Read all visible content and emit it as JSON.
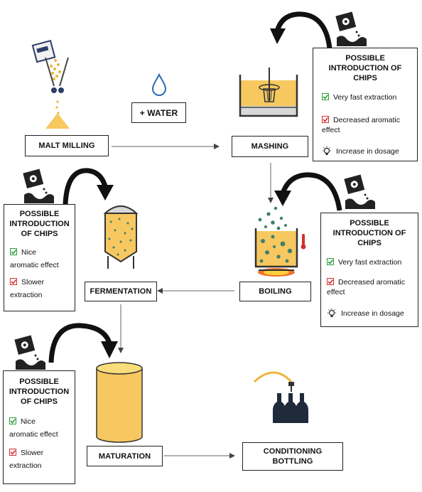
{
  "steps": {
    "water": "+ WATER",
    "malt_milling": "MALT MILLING",
    "mashing": "MASHING",
    "boiling": "BOILING",
    "fermentation": "FERMENTATION",
    "maturation": "MATURATION",
    "conditioning_line1": "CONDITIONING",
    "conditioning_line2": "BOTTLING"
  },
  "chip_boxes": {
    "mashing": {
      "title": [
        "POSSIBLE",
        "INTRODUCTION OF",
        "CHIPS"
      ],
      "items": [
        {
          "kind": "positive",
          "icon": "check-icon",
          "lines": [
            "Very fast extraction"
          ]
        },
        {
          "kind": "negative",
          "icon": "check-icon",
          "lines": [
            "Decreased aromatic",
            "effect"
          ]
        },
        {
          "kind": "neutral",
          "icon": "lightbulb-icon",
          "lines": [
            "Increase in dosage"
          ]
        }
      ]
    },
    "boiling": {
      "title": [
        "POSSIBLE",
        "INTRODUCTION OF",
        "CHIPS"
      ],
      "items": [
        {
          "kind": "positive",
          "icon": "check-icon",
          "lines": [
            "Very fast extraction"
          ]
        },
        {
          "kind": "negative",
          "icon": "check-icon",
          "lines": [
            "Decreased aromatic",
            "effect"
          ]
        },
        {
          "kind": "neutral",
          "icon": "lightbulb-icon",
          "lines": [
            "Increase in dosage"
          ]
        }
      ]
    },
    "fermentation": {
      "title": [
        "POSSIBLE",
        "INTRODUCTION",
        "OF CHIPS"
      ],
      "items": [
        {
          "kind": "positive",
          "icon": "check-icon",
          "lines": [
            "Nice",
            "aromatic effect"
          ]
        },
        {
          "kind": "negative",
          "icon": "check-icon",
          "lines": [
            "Slower",
            "extraction"
          ]
        }
      ]
    },
    "maturation": {
      "title": [
        "POSSIBLE",
        "INTRODUCTION",
        "OF CHIPS"
      ],
      "items": [
        {
          "kind": "positive",
          "icon": "check-icon",
          "lines": [
            "Nice",
            "aromatic effect"
          ]
        },
        {
          "kind": "negative",
          "icon": "check-icon",
          "lines": [
            "Slower",
            "extraction"
          ]
        }
      ]
    }
  },
  "colors": {
    "beer": "#f6c85f",
    "beer_light": "#f9dd7a",
    "tank_steel": "#d8d8d8",
    "dot": "#3f7f6e",
    "check_green": "#2e9e3a",
    "check_red": "#d23030",
    "water_blue": "#2b6cb0"
  }
}
